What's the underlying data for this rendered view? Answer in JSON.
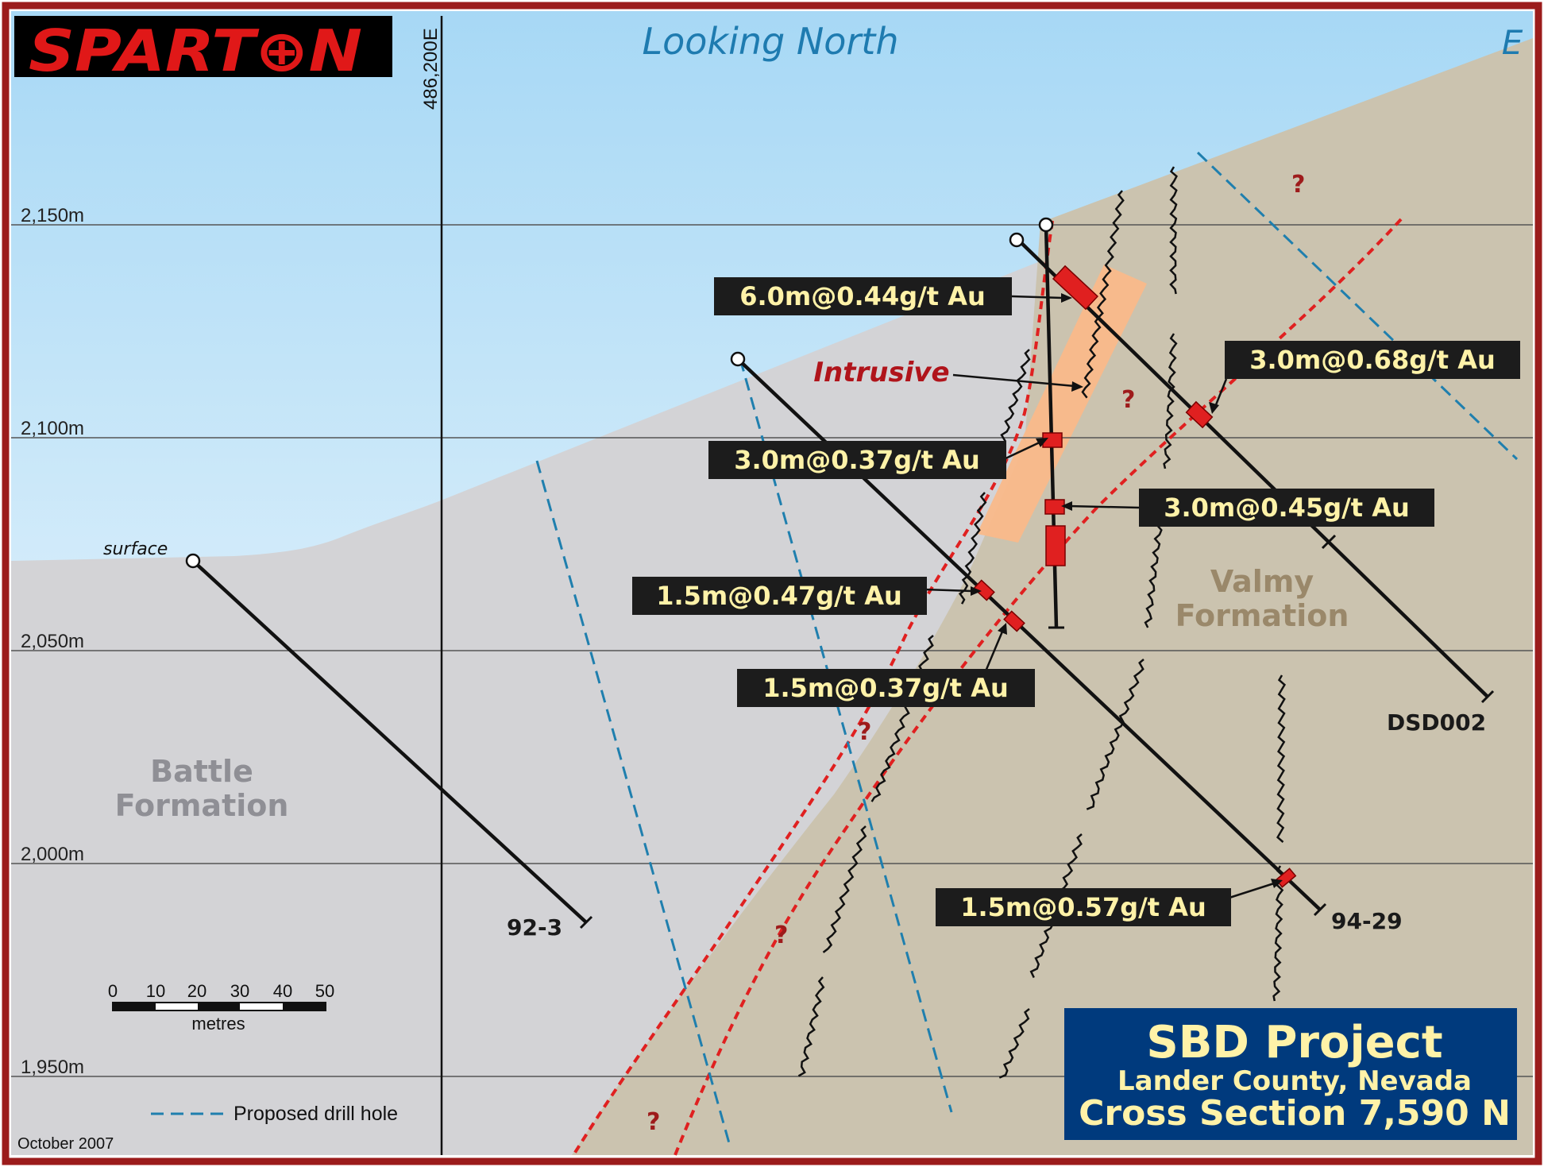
{
  "logo": {
    "text": "SPART⊕N"
  },
  "header": {
    "view": "Looking North",
    "east": "E"
  },
  "easting": "486,200E",
  "elevations": [
    "2,150m",
    "2,100m",
    "2,050m",
    "2,000m",
    "1,950m"
  ],
  "surface_label": "surface",
  "formations": {
    "battle": [
      "Battle",
      "Formation"
    ],
    "valmy": [
      "Valmy",
      "Formation"
    ],
    "intrusive": "Intrusive"
  },
  "holes": {
    "h1": "92-3",
    "h2": "94-29",
    "h3": "DSD002"
  },
  "assays": [
    "6.0m@0.44g/t Au",
    "3.0m@0.68g/t Au",
    "3.0m@0.37g/t Au",
    "3.0m@0.45g/t Au",
    "1.5m@0.47g/t Au",
    "1.5m@0.37g/t Au",
    "1.5m@0.57g/t Au"
  ],
  "question_mark": "?",
  "scale": {
    "ticks": [
      "0",
      "10",
      "20",
      "30",
      "40",
      "50"
    ],
    "unit": "metres"
  },
  "legend": {
    "proposed": "Proposed drill hole"
  },
  "date": "October 2007",
  "title": {
    "project": "SBD Project",
    "location": "Lander County, Nevada",
    "section": "Cross Section 7,590 N"
  },
  "colors": {
    "border": "#9b1c1c",
    "sky_top": "#a7d8f5",
    "battle": "#d3d3d6",
    "valmy": "#cbc3af",
    "intrusive": "#f9b98a",
    "mineral": "#e02020",
    "fault": "#e02020",
    "proposed": "#1f7fae",
    "title_bg": "#003a7d",
    "title_text": "#fff2a8",
    "assay_bg": "#1c1c1c"
  }
}
